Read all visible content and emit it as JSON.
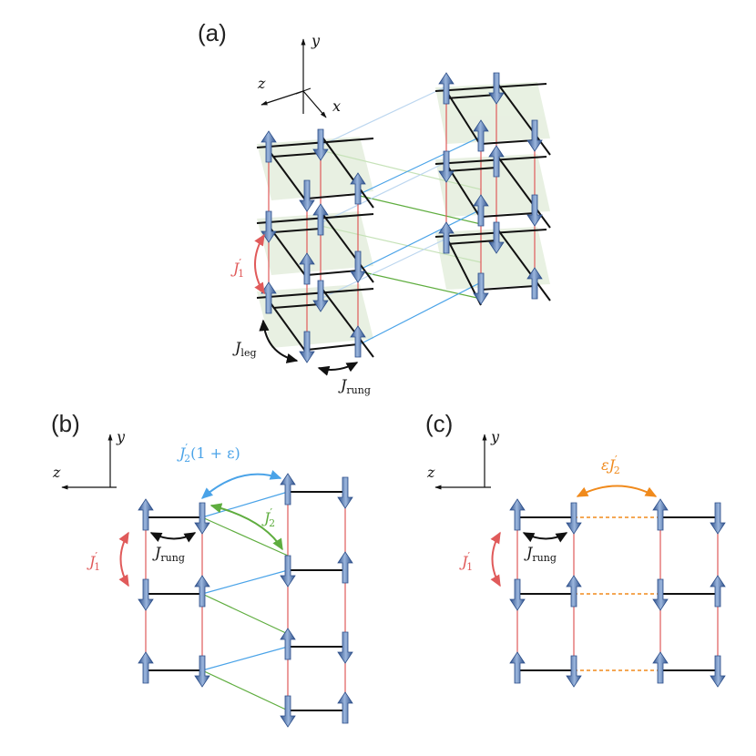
{
  "panels": {
    "a": {
      "label": "(a)",
      "axes": {
        "x": "x",
        "y": "y",
        "z": "z"
      }
    },
    "b": {
      "label": "(b)",
      "axes": {
        "y": "y",
        "z": "z"
      }
    },
    "c": {
      "label": "(c)",
      "axes": {
        "y": "y",
        "z": "z"
      }
    }
  },
  "couplings": {
    "j1": {
      "base": "J",
      "prime": "′",
      "sub": "1"
    },
    "j2": {
      "base": "J",
      "prime": "′",
      "sub": "2"
    },
    "j2_eps": {
      "base": "J",
      "prime": "′",
      "sub": "2",
      "suffix": "(1 + ε)"
    },
    "eps_j2": {
      "prefix": "ε",
      "base": "J",
      "prime": "′",
      "sub": "2"
    },
    "jleg": {
      "base": "J",
      "sub": "leg"
    },
    "jrung": {
      "base": "J",
      "sub": "rung"
    }
  },
  "colors": {
    "j1": "#e05a5a",
    "j2": "#5fad3f",
    "j2_eps": "#4aa3e8",
    "eps_j2": "#f08a1c",
    "bond": "#111111",
    "plaquette": "#e6efdf",
    "spin": "#3f66a8"
  },
  "icons": {
    "spin": "spin-arrow-icon",
    "coupling": "double-arrow-icon"
  }
}
